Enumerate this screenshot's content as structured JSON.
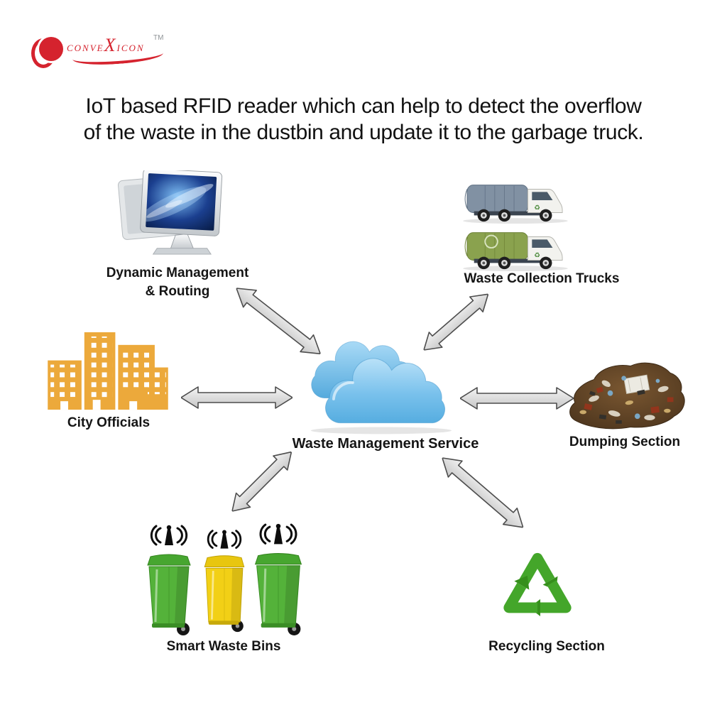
{
  "logo": {
    "brand_prefix": "conve",
    "brand_x": "X",
    "brand_suffix": "icon",
    "trademark": "TM"
  },
  "heading": {
    "line1": "IoT based RFID reader which can help to detect the overflow",
    "line2": "of the waste in the dustbin and update it to the garbage truck."
  },
  "diagram": {
    "center": {
      "label": "Waste Management Service",
      "icon": "cloud-icon"
    },
    "nodes": {
      "dynamic_management": {
        "label_line1": "Dynamic Management",
        "label_line2": "& Routing",
        "icon": "computer-monitor-icon"
      },
      "waste_collection_trucks": {
        "label": "Waste Collection Trucks",
        "icon": "garbage-trucks-icon"
      },
      "city_officials": {
        "label": "City Officials",
        "icon": "city-buildings-icon"
      },
      "dumping_section": {
        "label": "Dumping Section",
        "icon": "garbage-pile-icon"
      },
      "smart_waste_bins": {
        "label": "Smart Waste Bins",
        "icon": "smart-bins-icon"
      },
      "recycling_section": {
        "label": "Recycling Section",
        "icon": "recycling-symbol-icon"
      }
    },
    "connections": [
      {
        "from": "waste-management-service",
        "to": "dynamic-management-routing",
        "type": "bidirectional"
      },
      {
        "from": "waste-management-service",
        "to": "waste-collection-trucks",
        "type": "bidirectional"
      },
      {
        "from": "waste-management-service",
        "to": "city-officials",
        "type": "bidirectional"
      },
      {
        "from": "waste-management-service",
        "to": "dumping-section",
        "type": "bidirectional"
      },
      {
        "from": "waste-management-service",
        "to": "smart-waste-bins",
        "type": "bidirectional"
      },
      {
        "from": "waste-management-service",
        "to": "recycling-section",
        "type": "bidirectional"
      }
    ]
  },
  "icons": {
    "recycle_glyph": "♻"
  },
  "colors": {
    "logo_red": "#d5232e",
    "text_black": "#141414",
    "cloud_blue": "#6db9e8",
    "building_yellow": "#eca93b",
    "bin_green": "#54b23a",
    "bin_yellow": "#f2d016",
    "truck_blue_gray": "#8191a3",
    "truck_green": "#8aa24e",
    "recycle_green": "#44a62a",
    "pile_brown": "#5e4126",
    "arrow_fill": "#dedede"
  }
}
